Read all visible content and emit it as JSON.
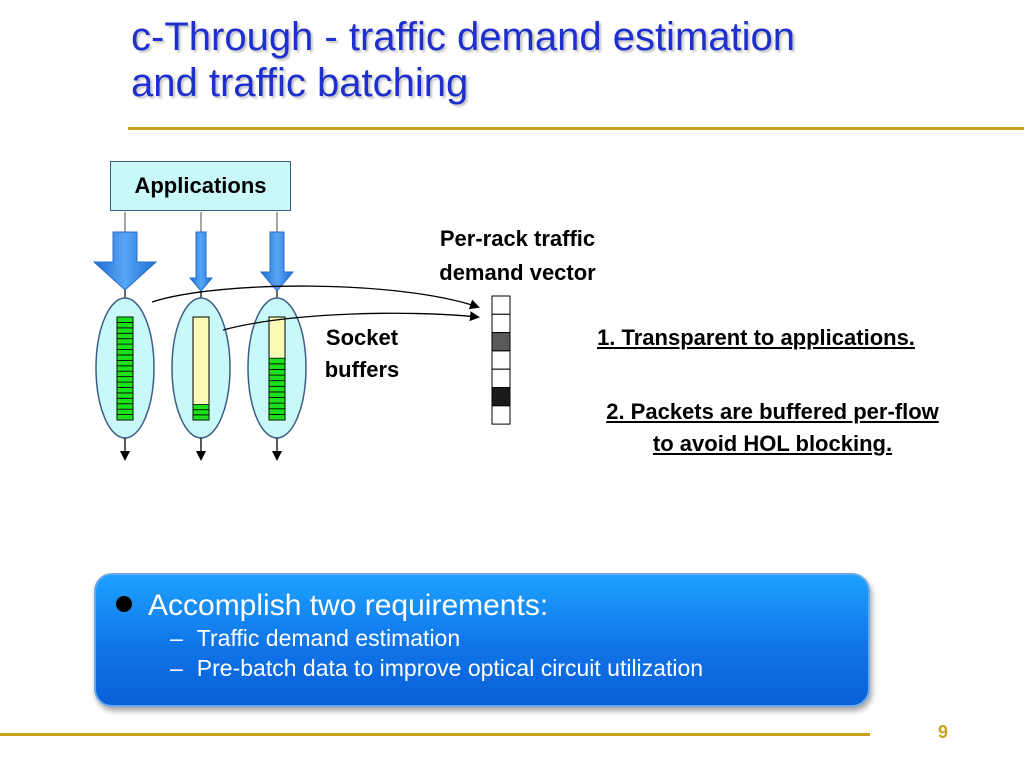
{
  "slide": {
    "title_line1": "c-Through - traffic demand estimation",
    "title_line2": "and traffic batching",
    "page_number": "9"
  },
  "diagram": {
    "applications_label": "Applications",
    "vector_label_line1": "Per-rack traffic",
    "vector_label_line2": "demand vector",
    "socket_label_line1": "Socket",
    "socket_label_line2": "buffers",
    "note1": "1. Transparent to applications.",
    "note2_line1": "2. Packets are buffered per-flow",
    "note2_line2": "to avoid HOL blocking.",
    "buffer_fill_levels": [
      1.0,
      0.15,
      0.6
    ],
    "demand_vector_cells": [
      "empty",
      "empty",
      "medium",
      "empty",
      "empty",
      "dark",
      "empty"
    ]
  },
  "requirements": {
    "heading": "Accomplish two requirements:",
    "items": [
      "Traffic demand estimation",
      "Pre-batch data to improve optical circuit utilization"
    ]
  },
  "colors": {
    "title": "#1e2fcf",
    "accent_rule": "#c9a221",
    "arrow_blue": "#2f86e6",
    "buffer_green": "#19e019",
    "buffer_empty": "#fafab4",
    "ellipse_fill": "#c9f8f8",
    "box_blue": "#0f74e8"
  }
}
